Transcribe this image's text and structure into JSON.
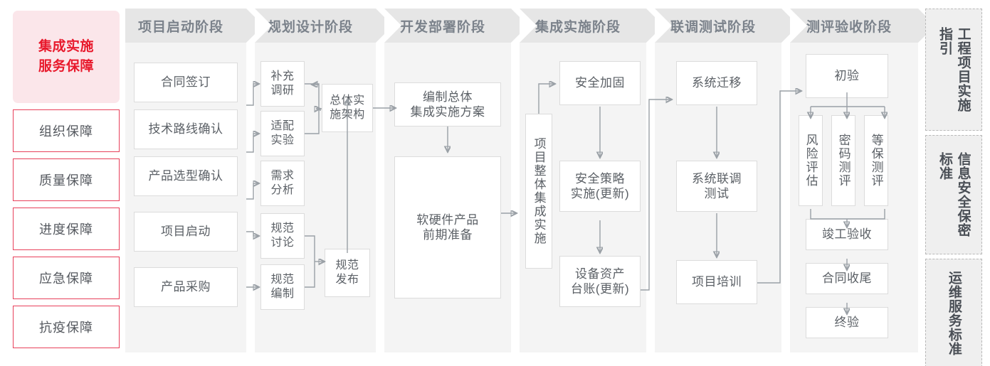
{
  "left_rail": {
    "title": "集成实施\n服务保障",
    "title_line1": "集成实施",
    "title_line2": "服务保障",
    "items": [
      {
        "label": "组织保障"
      },
      {
        "label": "质量保障"
      },
      {
        "label": "进度保障"
      },
      {
        "label": "应急保障"
      },
      {
        "label": "抗疫保障"
      }
    ]
  },
  "phases": [
    {
      "id": "phase-1",
      "header": "项目启动阶段",
      "nodes": [
        {
          "label": "合同签订"
        },
        {
          "label": "技术路线确认"
        },
        {
          "label": "产品选型确认"
        },
        {
          "label": "项目启动"
        },
        {
          "label": "产品采购"
        }
      ]
    },
    {
      "id": "phase-2",
      "header": "规划设计阶段",
      "nodes": [
        {
          "label": "补充\n调研",
          "l1": "补充",
          "l2": "调研"
        },
        {
          "label": "适配\n实验",
          "l1": "适配",
          "l2": "实验"
        },
        {
          "label": "需求\n分析",
          "l1": "需求",
          "l2": "分析"
        },
        {
          "label": "规范\n讨论",
          "l1": "规范",
          "l2": "讨论"
        },
        {
          "label": "规范\n编制",
          "l1": "规范",
          "l2": "编制"
        },
        {
          "label": "总体实\n施架构",
          "l1": "总体实",
          "l2": "施架构"
        },
        {
          "label": "规范\n发布",
          "l1": "规范",
          "l2": "发布"
        }
      ]
    },
    {
      "id": "phase-3",
      "header": "开发部署阶段",
      "nodes": [
        {
          "label": "编制总体\n集成实施方案",
          "l1": "编制总体",
          "l2": "集成实施方案"
        },
        {
          "label": "软硬件产品\n前期准备",
          "l1": "软硬件产品",
          "l2": "前期准备"
        }
      ]
    },
    {
      "id": "phase-4",
      "header": "集成实施阶段",
      "nodes": [
        {
          "label": "项目整体集成实施"
        },
        {
          "label": "安全加固"
        },
        {
          "label": "安全策略\n实施(更新)",
          "l1": "安全策略",
          "l2": "实施(更新)"
        },
        {
          "label": "设备资产\n台账(更新)",
          "l1": "设备资产",
          "l2": "台账(更新)"
        }
      ]
    },
    {
      "id": "phase-5",
      "header": "联调测试阶段",
      "nodes": [
        {
          "label": "系统迁移"
        },
        {
          "label": "系统联调\n测试",
          "l1": "系统联调",
          "l2": "测试"
        },
        {
          "label": "项目培训"
        }
      ]
    },
    {
      "id": "phase-6",
      "header": "测评验收阶段",
      "nodes": [
        {
          "label": "初验"
        },
        {
          "label": "风险评估"
        },
        {
          "label": "密码测评"
        },
        {
          "label": "等保测评"
        },
        {
          "label": "竣工验收"
        },
        {
          "label": "合同收尾"
        },
        {
          "label": "终验"
        }
      ]
    }
  ],
  "right_rail": {
    "items": [
      {
        "label": "工程项目实施指引"
      },
      {
        "label": "信息安全保密标准"
      },
      {
        "label": "运维服务标准"
      }
    ]
  },
  "colors": {
    "accent_red": "#E8192C",
    "rail_head_bg": "#FBE6EA",
    "rail_border": "#E8405A",
    "phase_header_bg": "#E6E6E6",
    "phase_header_text": "#7b828b",
    "phase_body_bg": "#F4F4F4",
    "node_border": "#DCDCDC",
    "node_text": "#5b6066",
    "wire": "#9AA0A6",
    "standards_bg": "#EFEFEF",
    "standards_border": "#B9B9B9"
  }
}
